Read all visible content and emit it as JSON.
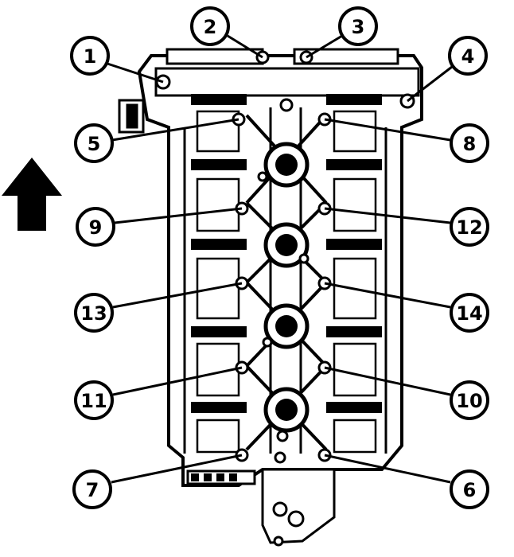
{
  "colors": {
    "ink": "#000000",
    "paper": "#ffffff",
    "shade": "#2a2a2a"
  },
  "arrow": {
    "icon": "up-arrow-icon"
  },
  "callouts": [
    {
      "label": "1"
    },
    {
      "label": "2"
    },
    {
      "label": "3"
    },
    {
      "label": "4"
    },
    {
      "label": "5"
    },
    {
      "label": "8"
    },
    {
      "label": "9"
    },
    {
      "label": "12"
    },
    {
      "label": "13"
    },
    {
      "label": "14"
    },
    {
      "label": "11"
    },
    {
      "label": "10"
    },
    {
      "label": "7"
    },
    {
      "label": "6"
    }
  ]
}
